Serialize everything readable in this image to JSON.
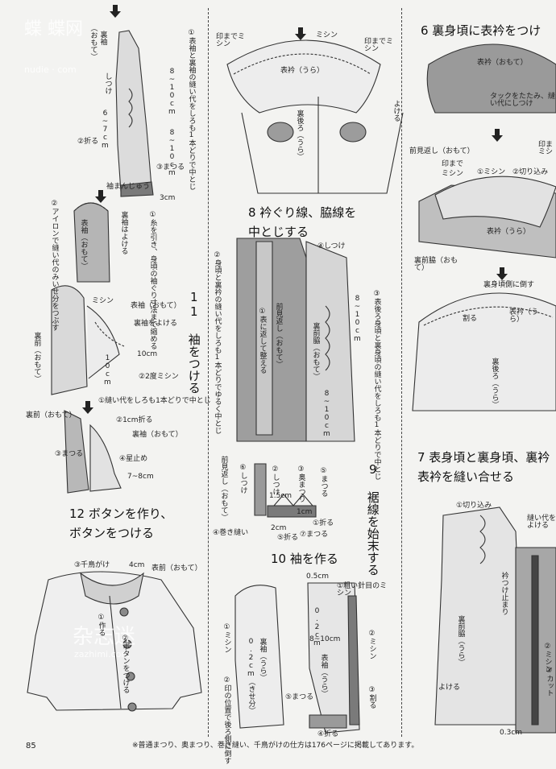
{
  "page_number": "85",
  "footnote": "※普通まつり、奥まつり、巻き縫い、千鳥がけの仕方は176ページに掲載してあります。",
  "watermark": {
    "top_cn": "蝶 蝶网",
    "top_en": "nudie · com",
    "bottom_cn": "杂志迷",
    "bottom_en": "zazhimi.com"
  },
  "section_6": {
    "title": "6 裏身頃に表衿をつけ"
  },
  "section_7": {
    "title_line1": "7 表身頃と裏身頃、裏衿",
    "title_line2": "表衿を縫い合せる"
  },
  "section_8": {
    "title_line1": "8 衿ぐり線、脇線を",
    "title_line2": "中とじする"
  },
  "section_9": {
    "title": "9 裾線を始末する"
  },
  "section_10": {
    "title": "10 袖を作る"
  },
  "section_11": {
    "title": "11 袖をつける"
  },
  "section_12": {
    "title_line1": "12 ボタンを作り、",
    "title_line2": "ボタンをつける"
  },
  "labels_top_left": {
    "step1": "①表袖と裏袖の縫い代をしろも1本どりで中とじ",
    "ura_sode": "裏袖",
    "omote": "（おもて）",
    "shitsuke": "しつけ",
    "m1": "6~7cm",
    "m2": "8~10cm",
    "m3": "8~10cm",
    "oru": "②折る",
    "matsuru": "③まつる",
    "three_cm": "3cm"
  },
  "labels_sleeve_cap": {
    "manju": "袖まんじゅう",
    "iron": "②アイロンで縫い代のみいせ分をつぶす",
    "omote_sode": "表袖（おもて）",
    "ura_sode_sakeru": "裏袖はよける",
    "ito": "①糸を引き、身頃の袖ぐり寸法まで縮める"
  },
  "labels_sleeve_attach": {
    "mishin": "ミシン",
    "omote_sode": "表袖（おもて）",
    "ura_sode_yokeru": "裏袖をよける",
    "ura_mae": "裏前（おもて）",
    "ten_cm_a": "10cm",
    "ten_cm_b": "10cm",
    "nido": "②2度ミシン"
  },
  "labels_sleeve_finish": {
    "step1": "①縫い代をしろも1本どりで中とじ",
    "step2": "②1cm折る",
    "ura_mae": "裏前（おもて）",
    "ura_sode": "裏袖（おもて）",
    "matsuru": "③まつる",
    "hoshi": "④星止め",
    "range": "7~8cm"
  },
  "labels_collar_back": {
    "mishin": "ミシン",
    "shirushi_left": "印までミシン",
    "shirushi_right": "印までミシン",
    "omote_eri": "表衿（うら）",
    "ura_ushiro": "裏後ろ（うら）",
    "yokeru": "よける"
  },
  "labels_8": {
    "step2": "②身頃と裏衿の縫い代をしろも1本どりでゆるく中とじ",
    "step3": "③表後ろ身頃と裏身頃の縫い代をしろも1本どりで中とじ",
    "shitsuke": "④しつけ",
    "mae_mikaeshi": "前見返し（おもて）",
    "step1": "①表に返して整える",
    "ura_mae_waki": "裏前脇（おもて）",
    "m1": "8~10cm",
    "m2": "8~10cm"
  },
  "labels_9": {
    "mae_mikaeshi": "前見返し（おもて）",
    "shitsuke1": "⑥しつけ",
    "shitsuke2": "②しつけ",
    "okumatsuri": "③奥まつり",
    "matsuru5": "⑤まつる",
    "m15": "1.5cm",
    "m1": "1cm",
    "oru": "①折る",
    "m2": "2cm",
    "oru5": "⑤折る",
    "maki": "④巻き縫い",
    "matsuru7": "⑦まつる"
  },
  "labels_10": {
    "half": "0.5cm",
    "arai": "①粗い針目のミシン",
    "mishin_left": "①ミシン",
    "ura_sode": "裏袖（うら）",
    "kise": "0.2cm（きせ分）",
    "m02": "0.2cm",
    "range": "8~10cm",
    "omote_sode": "表袖（うら）",
    "mishin2": "②ミシン",
    "step2": "②印の位置で後ろ側に倒す",
    "matsuru": "⑤まつる",
    "waru": "③割る",
    "oru": "④折る"
  },
  "labels_12": {
    "chidori": "③千鳥がけ",
    "four_cm": "4cm",
    "omote_mae": "表前（おもて）",
    "tsukuru": "①作る",
    "tsukeru": "②ボタンをつける"
  },
  "labels_6": {
    "omote_eri": "表衿（おもて）",
    "tuck": "タックをたたみ、縫い代にしつけ",
    "mae_mikaeshi": "前見返し（おもて）",
    "shirushi_a": "印まで",
    "shirushi_b": "ミシン",
    "mishin1": "①ミシン",
    "kirikomi": "②切り込み",
    "shirushi_right": "印まミシ",
    "omote_eri_ura": "表衿（うら）",
    "ura_mae_waki": "裏前脇（おもて）",
    "ura_ushiro_side": "裏身頃側に倒す",
    "waru": "割る",
    "omote_eri_ura2": "表衿（うら）",
    "ura_ushiro": "裏後ろ（うら）"
  },
  "labels_7": {
    "kirikomi": "①切り込み",
    "nuishiro": "縫い代をよける",
    "eritsuke": "衿つけ止まり",
    "ura_mae_waki": "裏前脇（うら）",
    "yokeru": "よける",
    "mishin": "②ミシン",
    "cut": "③カット",
    "three_mm": "0.3cm"
  }
}
